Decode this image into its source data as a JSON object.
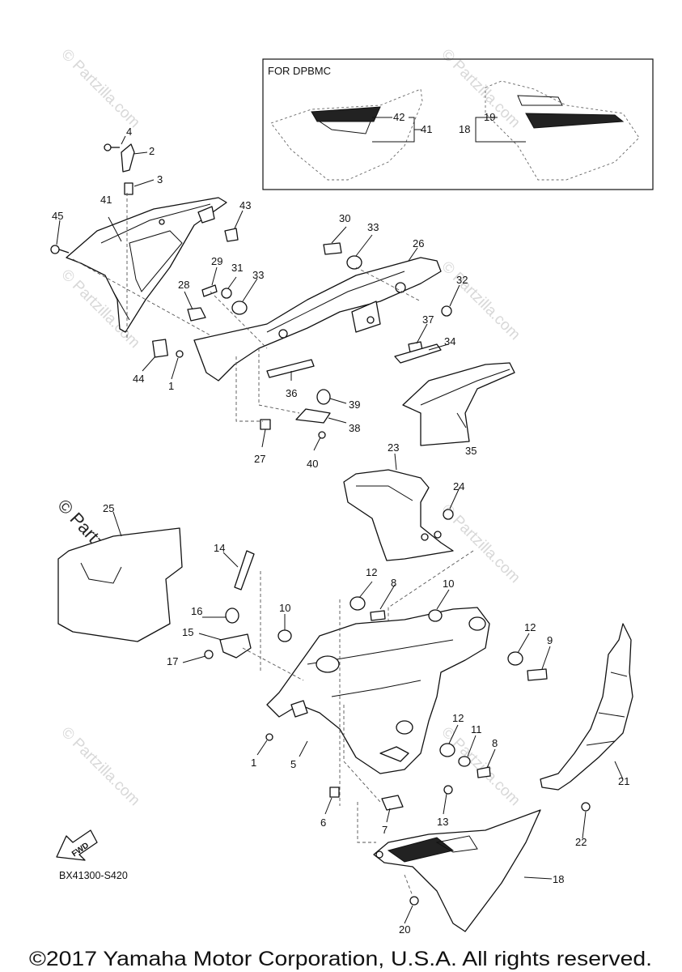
{
  "inset": {
    "title": "FOR DPBMC"
  },
  "callouts": {
    "p1a": "1",
    "p1b": "1",
    "p2": "2",
    "p3": "3",
    "p4": "4",
    "p5": "5",
    "p6": "6",
    "p7": "7",
    "p8a": "8",
    "p8b": "8",
    "p9": "9",
    "p10a": "10",
    "p10b": "10",
    "p11": "11",
    "p12a": "12",
    "p12b": "12",
    "p12c": "12",
    "p13": "13",
    "p14": "14",
    "p15": "15",
    "p16": "16",
    "p17": "17",
    "p18": "18",
    "p18b": "18",
    "p19": "19",
    "p20": "20",
    "p21": "21",
    "p22": "22",
    "p23": "23",
    "p24": "24",
    "p25": "25",
    "p26": "26",
    "p27": "27",
    "p28": "28",
    "p29": "29",
    "p30": "30",
    "p31": "31",
    "p32": "32",
    "p33a": "33",
    "p33b": "33",
    "p34": "34",
    "p35": "35",
    "p36": "36",
    "p37": "37",
    "p38": "38",
    "p39": "39",
    "p40": "40",
    "p41": "41",
    "p41b": "41",
    "p42": "42",
    "p43": "43",
    "p44": "44",
    "p45": "45"
  },
  "fwd_label": "FWD",
  "diagram_code": "BX41300-S420",
  "watermark": "© Partzilla.com",
  "copyright": "©2017 Yamaha Motor Corporation, U.S.A. All rights reserved."
}
